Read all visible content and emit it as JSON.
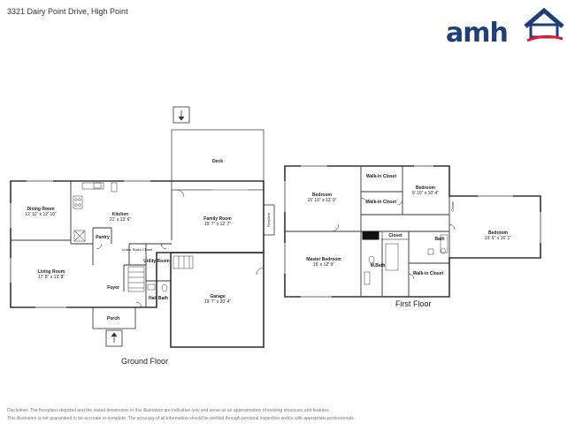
{
  "header": {
    "address": "3321 Dairy Point Drive, High Point"
  },
  "logo": {
    "text": "amh",
    "brand_color": "#1f3f7a",
    "accent_color": "#e8192c"
  },
  "ground_floor": {
    "label": "Ground Floor",
    "rooms": {
      "dining": {
        "name": "Dining Room",
        "dims": "12' 11\" x 12' 10\""
      },
      "kitchen": {
        "name": "Kitchen",
        "dims": "21' x 13' 6\""
      },
      "family": {
        "name": "Family Room",
        "dims": "19' 7\" x 12' 7\""
      },
      "living": {
        "name": "Living Room",
        "dims": "17' 8\" x 13' 8\""
      },
      "foyer": {
        "name": "Foyer"
      },
      "pantry": {
        "name": "Pantry"
      },
      "under_stairs": {
        "name": "Under Stairs Closet"
      },
      "utility": {
        "name": "Utility Room"
      },
      "half_bath": {
        "name": "Half Bath"
      },
      "garage": {
        "name": "Garage",
        "dims": "19' 7\" x 20' 4\""
      },
      "deck": {
        "name": "Deck"
      },
      "porch": {
        "name": "Porch"
      },
      "fireplace": {
        "name": "Fireplace"
      }
    }
  },
  "first_floor": {
    "label": "First Floor",
    "rooms": {
      "bedroom1": {
        "name": "Bedroom",
        "dims": "15' 10\" x 13' 9\""
      },
      "walkin1": {
        "name": "Walk-in Closet"
      },
      "bedroom2": {
        "name": "Bedroom",
        "dims": "9' 10\" x 10' 4\""
      },
      "walkin2": {
        "name": "Walk-in Closet"
      },
      "closet_v": {
        "name": "Closet"
      },
      "bedroom3": {
        "name": "Bedroom",
        "dims": "19' 9\" x 16' 1\""
      },
      "closet_h": {
        "name": "Closet"
      },
      "bath": {
        "name": "Bath"
      },
      "master": {
        "name": "Master Bedroom",
        "dims": "16' x 12' 9\""
      },
      "mbath": {
        "name": "M.Bath"
      },
      "walkin3": {
        "name": "Walk-in Closet"
      }
    }
  },
  "disclaimer": {
    "line1": "Disclaimer: The floorplans depicted and the stated dimensions in this illustration are indicative only and serve as an approximation of existing structures and features.",
    "line2": "This illustration is not guaranteed to be accurate or complete. The accuracy of all information should be verified through personal inspection and/or with appropriate professionals."
  }
}
